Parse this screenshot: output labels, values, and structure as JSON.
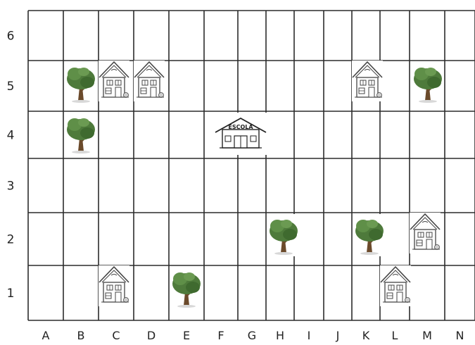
{
  "grid": {
    "columns": [
      "A",
      "B",
      "C",
      "D",
      "E",
      "F",
      "G",
      "H",
      "I",
      "J",
      "K",
      "L",
      "M",
      "N"
    ],
    "rows": [
      "1",
      "2",
      "3",
      "4",
      "5",
      "6"
    ]
  },
  "icons": [
    {
      "type": "tree",
      "name": "tree-icon",
      "col": "B",
      "row": "5"
    },
    {
      "type": "tree",
      "name": "tree-icon",
      "col": "B",
      "row": "4"
    },
    {
      "type": "house",
      "name": "house-icon",
      "col": "C",
      "row": "5"
    },
    {
      "type": "house",
      "name": "house-icon",
      "col": "D",
      "row": "5"
    },
    {
      "type": "school",
      "name": "school-icon",
      "col": "G",
      "row": "4",
      "label": "ESCOLA"
    },
    {
      "type": "house",
      "name": "house-icon",
      "col": "K",
      "row": "5"
    },
    {
      "type": "tree",
      "name": "tree-icon",
      "col": "M",
      "row": "5"
    },
    {
      "type": "tree",
      "name": "tree-icon",
      "col": "H",
      "row": "2"
    },
    {
      "type": "tree",
      "name": "tree-icon",
      "col": "K",
      "row": "2"
    },
    {
      "type": "house",
      "name": "house-icon",
      "col": "M",
      "row": "2"
    },
    {
      "type": "house",
      "name": "house-icon",
      "col": "C",
      "row": "1"
    },
    {
      "type": "tree",
      "name": "tree-icon",
      "col": "E",
      "row": "1"
    },
    {
      "type": "house",
      "name": "house-icon",
      "col": "L",
      "row": "1"
    }
  ],
  "colors": {
    "grid_line": "#2b2b2b",
    "tree_foliage": "#4e7a3b",
    "tree_trunk": "#6b4a2b",
    "house_line": "#444444"
  }
}
